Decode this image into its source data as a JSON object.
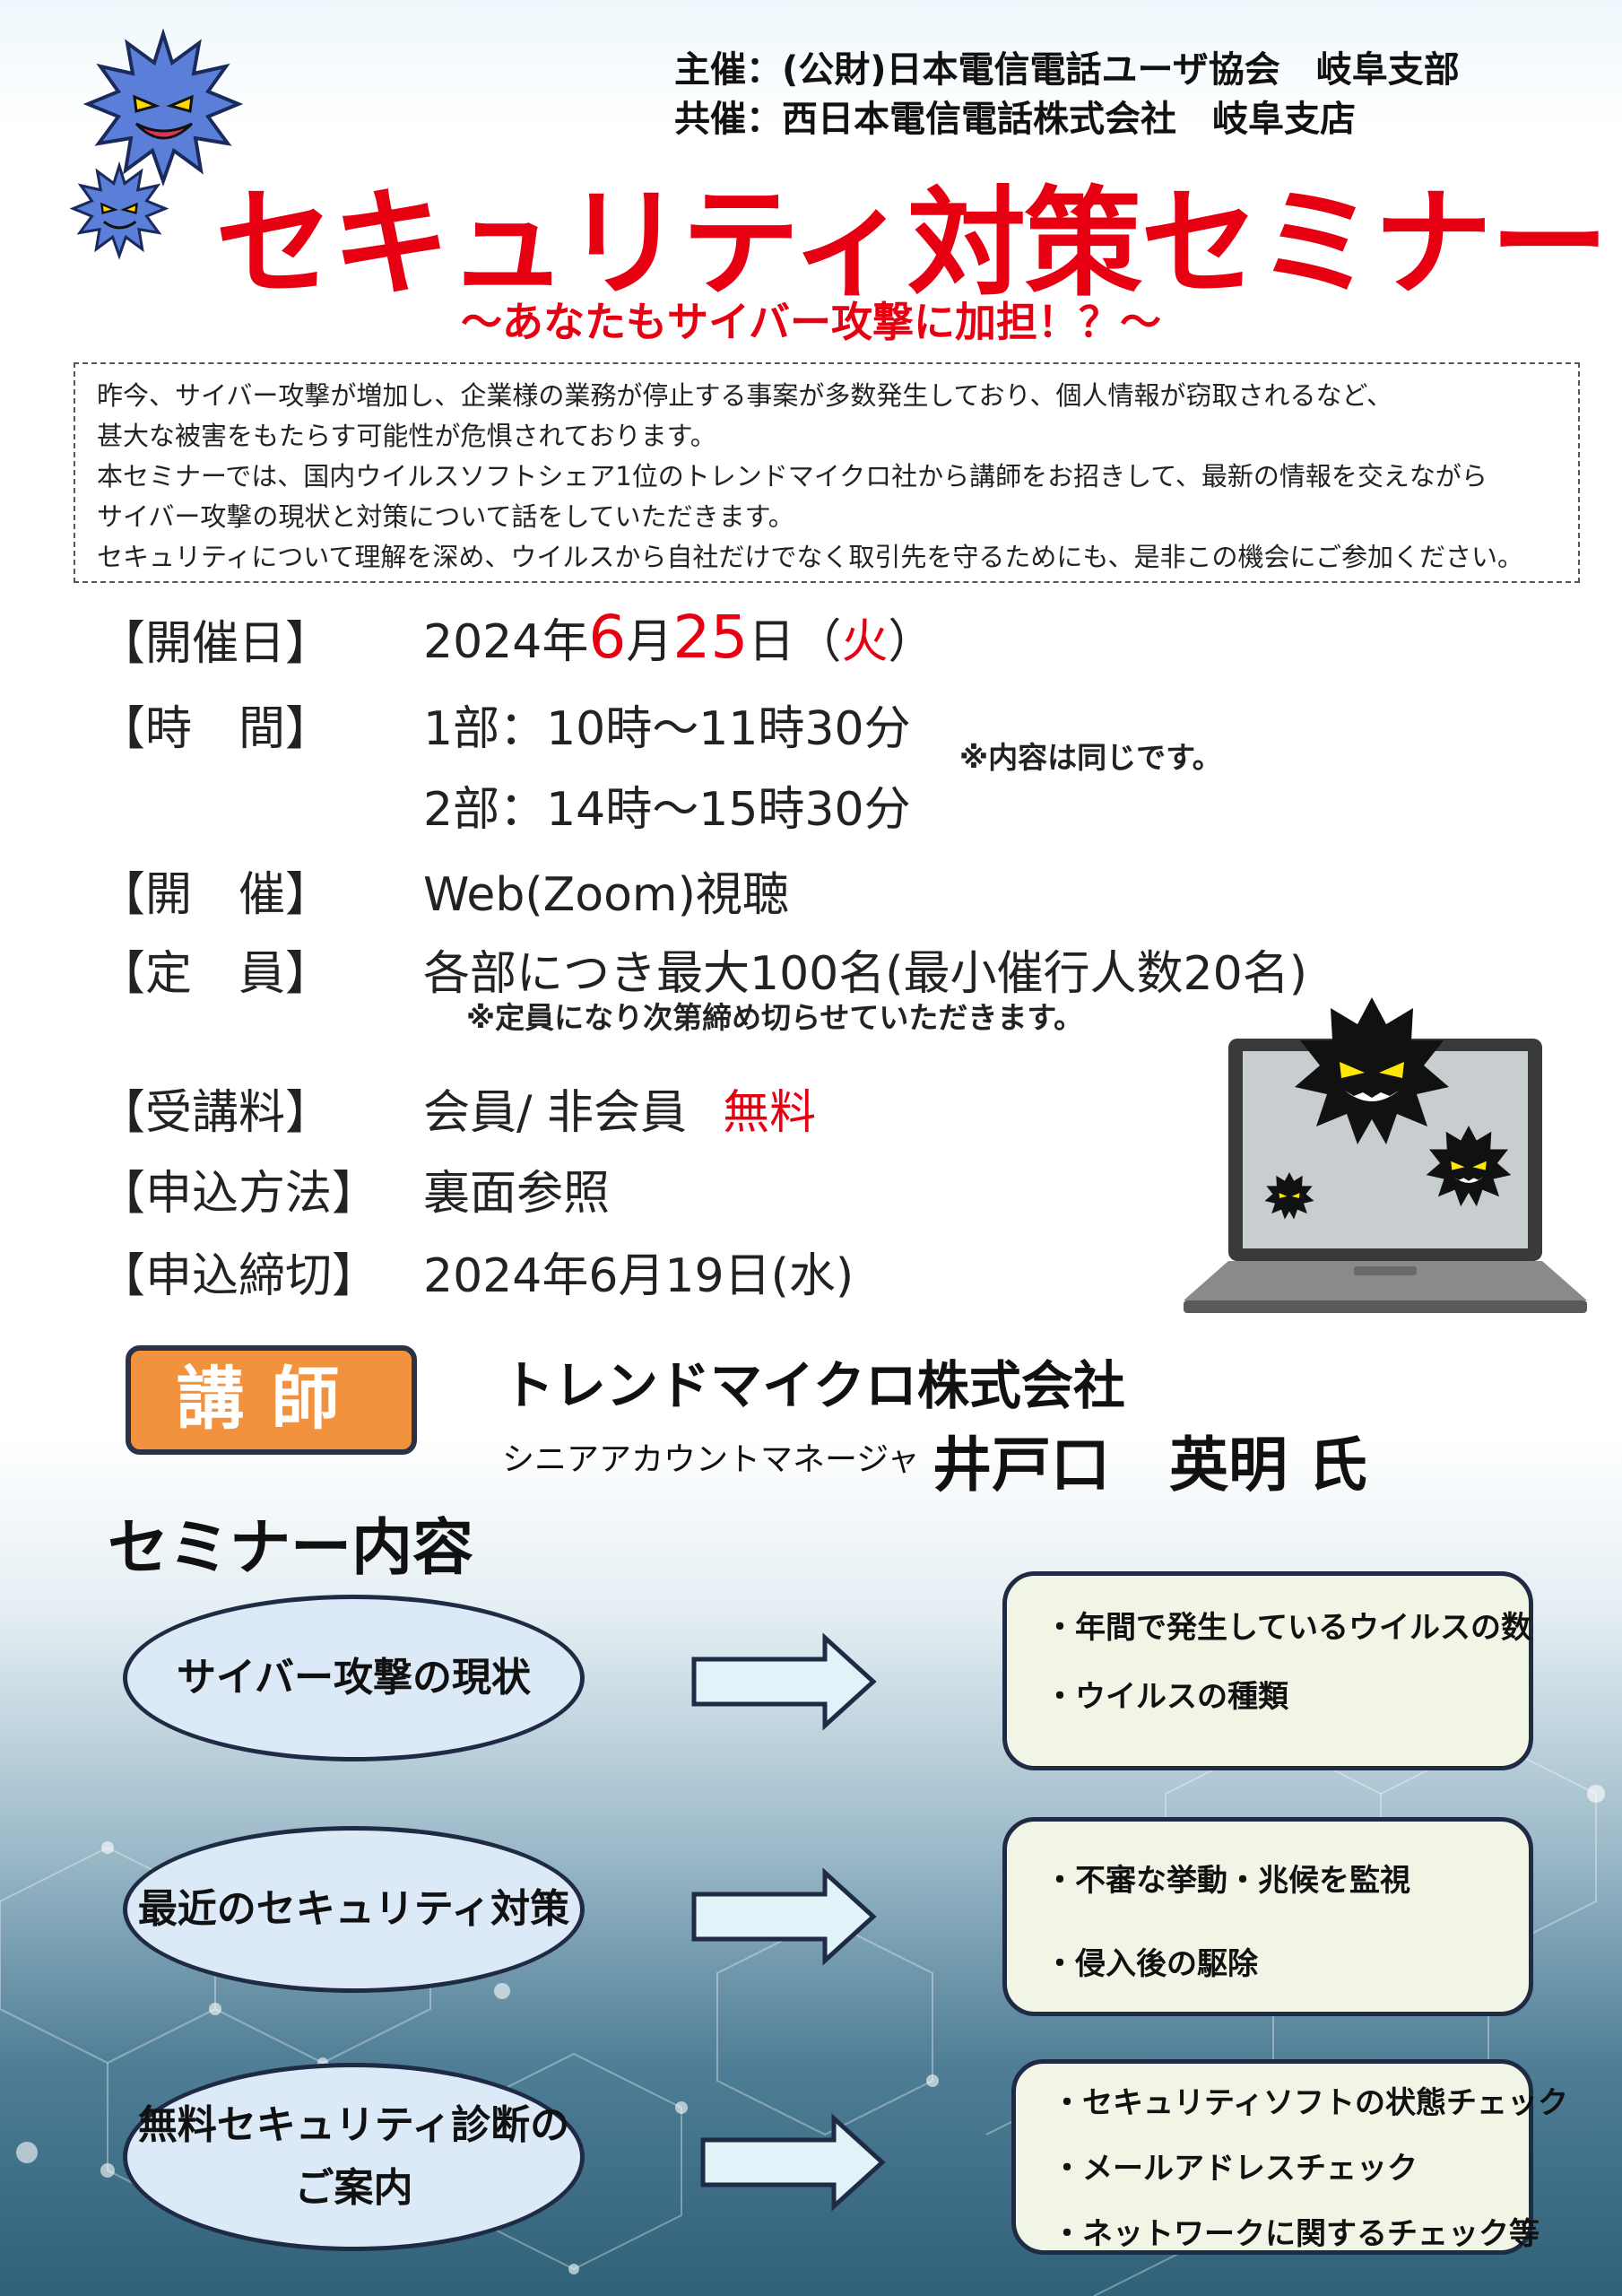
{
  "header": {
    "organizer": "主催：(公財)日本電信電話ユーザ協会　岐阜支部",
    "co_organizer": "共催：西日本電信電話株式会社　岐阜支店"
  },
  "title": "セキュリティ対策セミナー",
  "subtitle": "～あなたもサイバー攻撃に加担！？～",
  "intro": {
    "line1": "昨今、サイバー攻撃が増加し、企業様の業務が停止する事案が多数発生しており、個人情報が窃取されるなど、",
    "line2": "甚大な被害をもたらす可能性が危惧されております。",
    "line3": "本セミナーでは、国内ウイルスソフトシェア1位のトレンドマイクロ社から講師をお招きして、最新の情報を交えながら",
    "line4": "サイバー攻撃の現状と対策について話をしていただきます。",
    "line5": "セキュリティについて理解を深め、ウイルスから自社だけでなく取引先を守るためにも、是非この機会にご参加ください。"
  },
  "details": {
    "date_label": "【開催日】",
    "date_year": "2024年",
    "date_month": "6",
    "date_month_unit": "月",
    "date_day": "25",
    "date_day_unit": "日（",
    "date_weekday": "火",
    "date_close": "）",
    "time_label": "【時　間】",
    "time_part1": "1部：10時～11時30分",
    "time_part2": "2部：14時～15時30分",
    "time_note": "※内容は同じです。",
    "venue_label": "【開　催】",
    "venue_value": "Web(Zoom)視聴",
    "capacity_label": "【定　員】",
    "capacity_value": "各部につき最大100名(最小催行人数20名)",
    "capacity_note": "※定員になり次第締め切らせていただきます。",
    "fee_label": "【受講料】",
    "fee_value": "会員/ 非会員",
    "fee_free": "無料",
    "apply_label": "【申込方法】",
    "apply_value": "裏面参照",
    "deadline_label": "【申込締切】",
    "deadline_value": "2024年6月19日(水)"
  },
  "lecturer": {
    "badge": "講師",
    "company": "トレンドマイクロ株式会社",
    "role": "シニアアカウントマネージャ",
    "name": "井戸口　英明 氏"
  },
  "seminar_content": {
    "heading": "セミナー内容",
    "topics": [
      {
        "title": "サイバー攻撃の現状",
        "points": [
          "・年間で発生しているウイルスの数",
          "・ウイルスの種類"
        ]
      },
      {
        "title": "最近のセキュリティ対策",
        "points": [
          "・不審な挙動・兆候を監視",
          "・侵入後の駆除"
        ]
      },
      {
        "title_line1": "無料セキュリティ診断の",
        "title_line2": "ご案内",
        "points": [
          "・セキュリティソフトの状態チェック",
          "・メールアドレスチェック",
          "・ネットワークに関するチェック等"
        ]
      }
    ]
  },
  "colors": {
    "accent_red": "#e60012",
    "badge_orange": "#f3923e",
    "virus_blue": "#5b7fd9",
    "oval_fill": "#dce9f6",
    "panel_fill": "#f0f5e6"
  }
}
